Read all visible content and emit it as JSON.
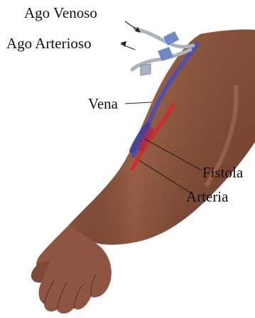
{
  "diagram": {
    "labels": {
      "ago_venoso": "Ago Venoso",
      "ago_arterioso": "Ago Arterioso",
      "vena": "Vena",
      "fistola": "Fistola",
      "arteria": "Arteria"
    },
    "colors": {
      "background": "#ffffff",
      "skin": "#9a5f45",
      "skin_shadow": "#6e3d29",
      "vein": "#4a4fb2",
      "artery": "#d42a2a",
      "needle_tube": "#aab3bf",
      "needle_clip": "#6f88c8"
    }
  }
}
